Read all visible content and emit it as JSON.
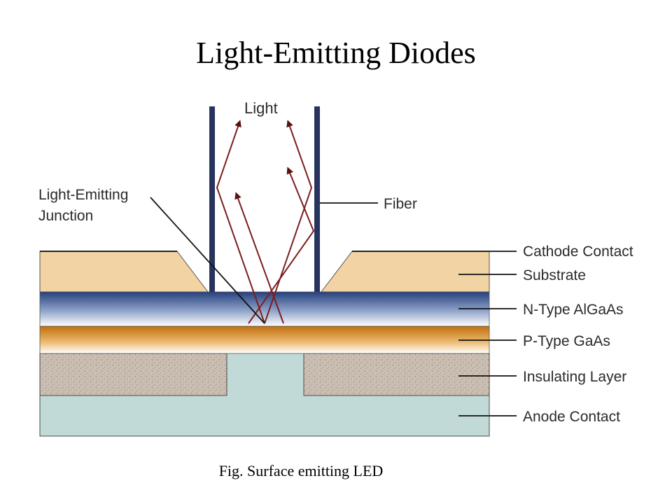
{
  "title": "Light-Emitting Diodes",
  "caption": "Fig. Surface emitting LED",
  "labels": {
    "light": "Light",
    "junction_line1": "Light-Emitting",
    "junction_line2": "Junction",
    "fiber": "Fiber",
    "cathode": "Cathode Contact",
    "substrate": "Substrate",
    "ntype": "N-Type AlGaAs",
    "ptype": "P-Type GaAs",
    "insulating": "Insulating Layer",
    "anode": "Anode Contact"
  },
  "colors": {
    "substrate": "#f2d3a3",
    "ntype_dark": "#2f4a8a",
    "ntype_light": "#ffffff",
    "ptype_dark": "#c77a10",
    "ptype_light": "#ffffff",
    "insulating": "#cbbfb3",
    "anode": "#c1d9d7",
    "fiber": "#27345e",
    "light_rays": "#7a1f1f",
    "leader_lines": "#111111"
  }
}
